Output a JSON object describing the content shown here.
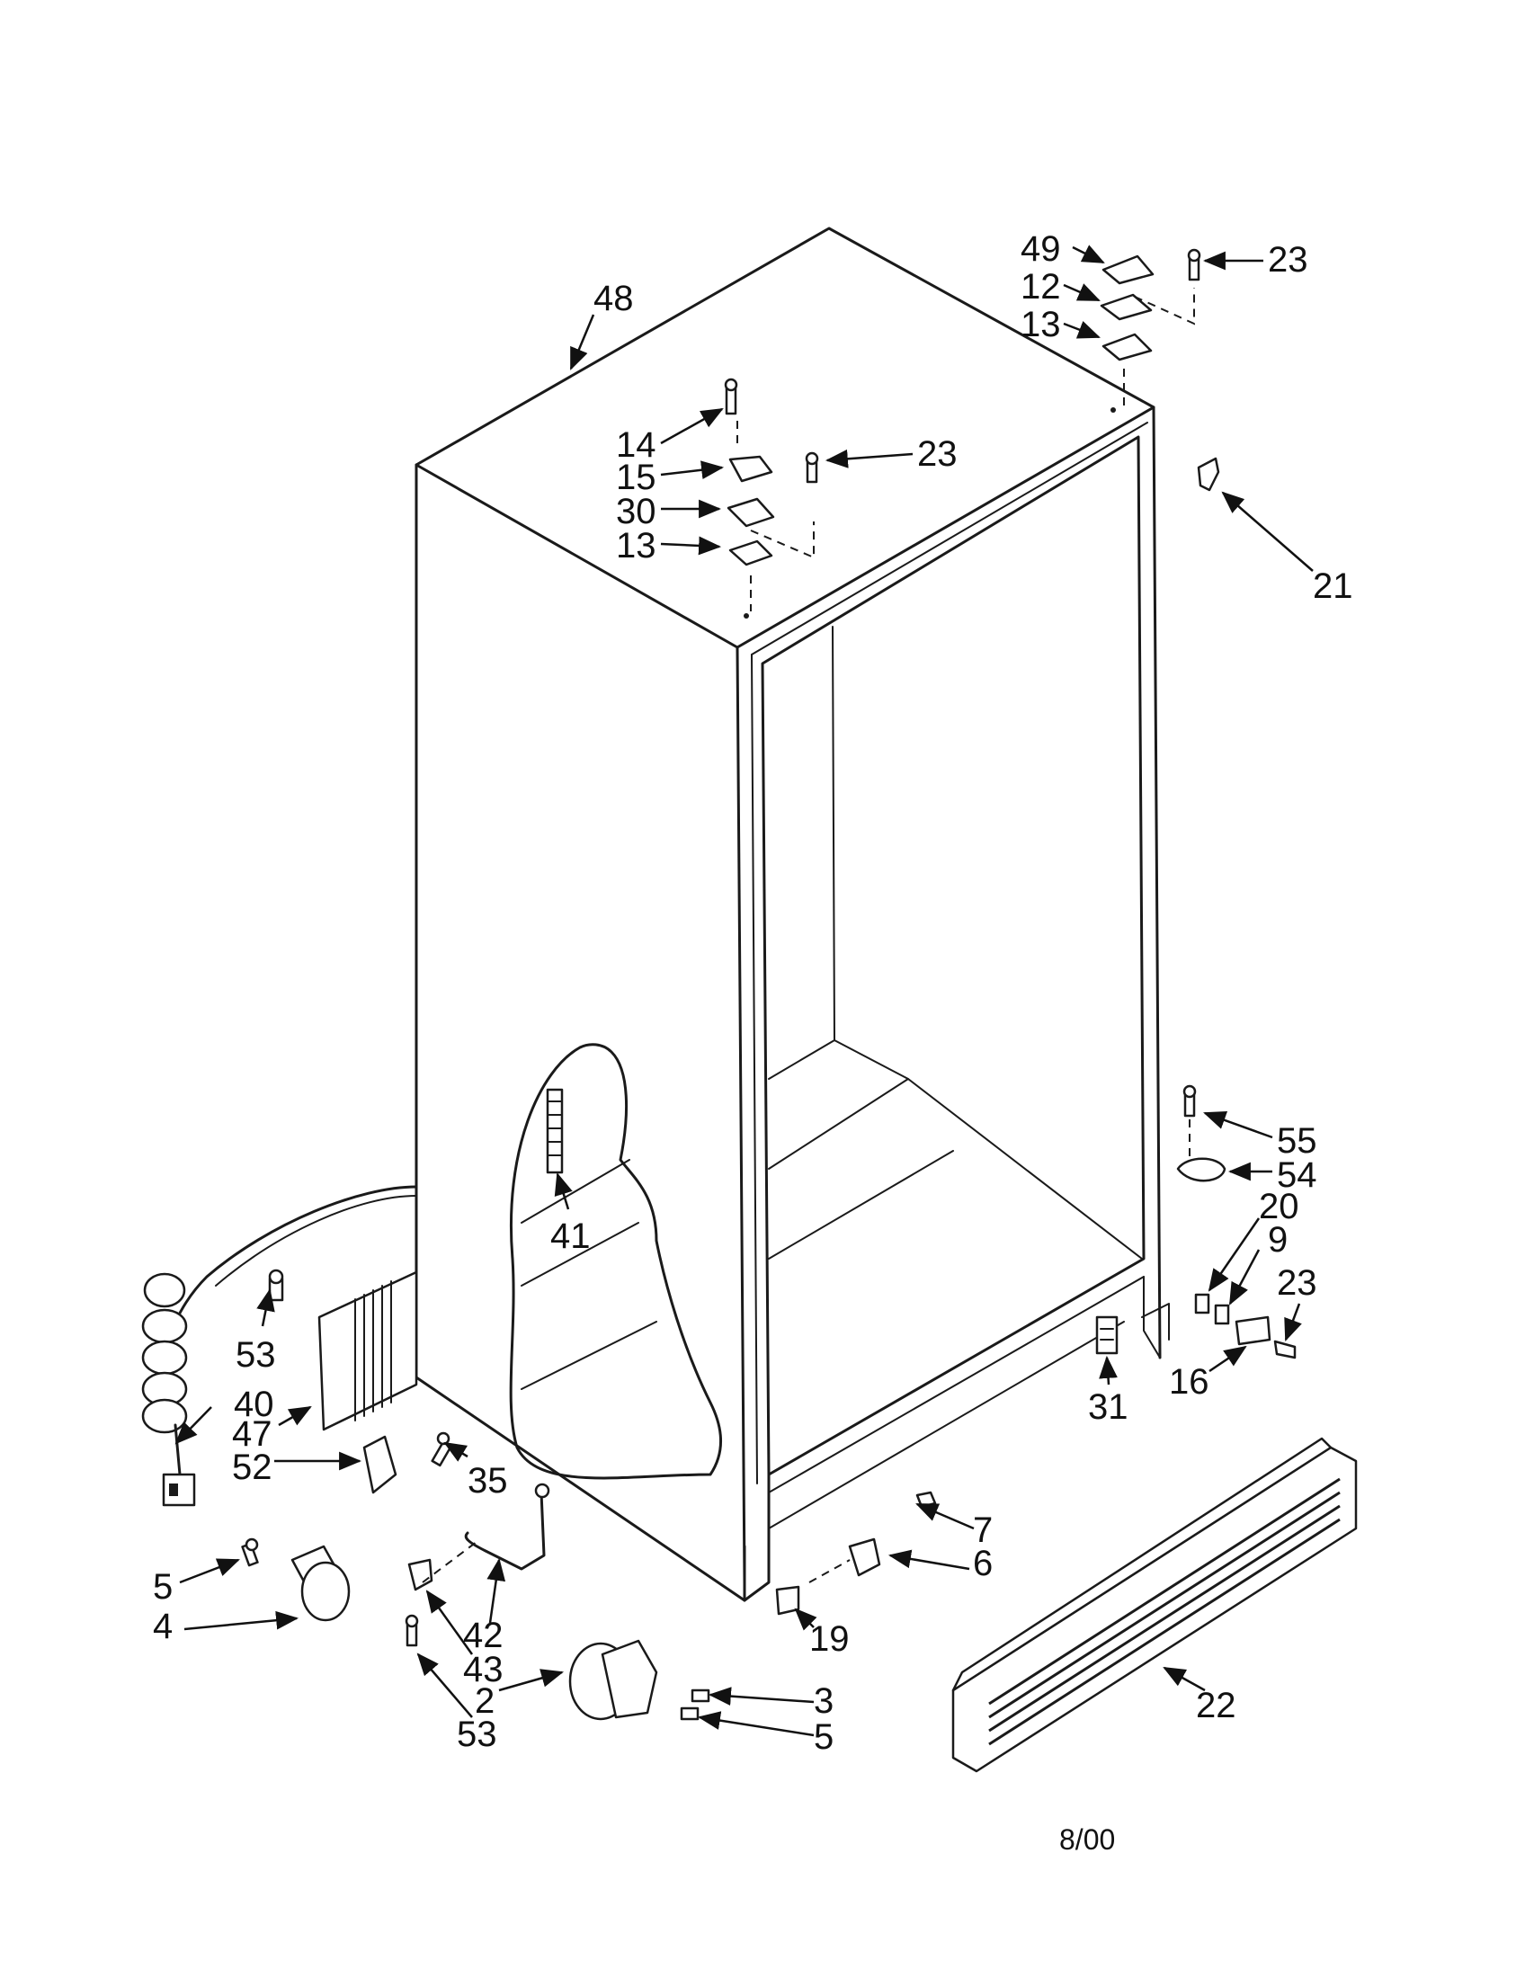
{
  "labels": {
    "l48": "48",
    "l49": "49",
    "l12": "12",
    "l13a": "13",
    "l23a": "23",
    "l14": "14",
    "l23b": "23",
    "l15": "15",
    "l30": "30",
    "l13b": "13",
    "l21": "21",
    "l55": "55",
    "l54": "54",
    "l20": "20",
    "l9": "9",
    "l23c": "23",
    "l16": "16",
    "l31": "31",
    "l41": "41",
    "l53a": "53",
    "l40": "40",
    "l47": "47",
    "l52": "52",
    "l35": "35",
    "l7": "7",
    "l6": "6",
    "l19": "19",
    "l22": "22",
    "l5a": "5",
    "l4": "4",
    "l42": "42",
    "l43": "43",
    "l2": "2",
    "l53b": "53",
    "l3": "3",
    "l5b": "5"
  },
  "footer": "8/00"
}
